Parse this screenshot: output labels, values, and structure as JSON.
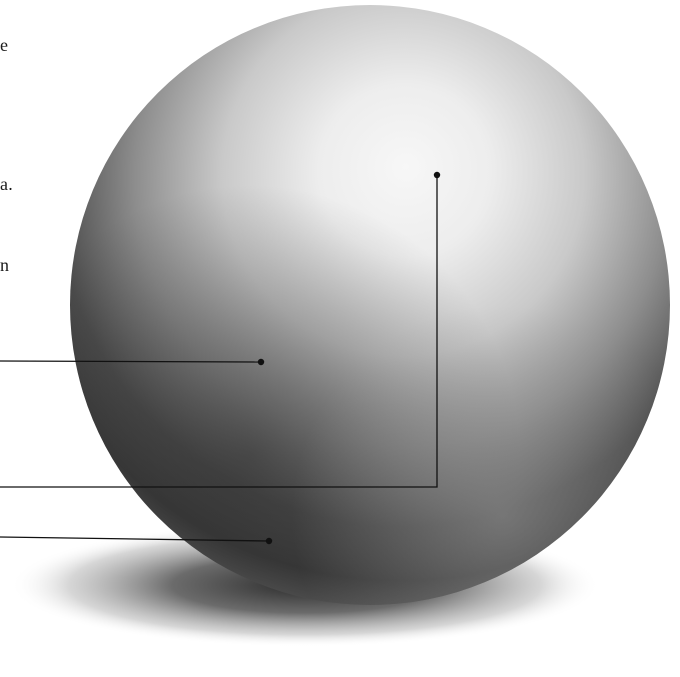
{
  "text_fragments": [
    "e",
    "a.",
    "n"
  ],
  "colors": {
    "background": "#ffffff",
    "leader_line": "#111111",
    "sphere_highlight": "#f4f4f4",
    "sphere_shadow": "#3c3c3c",
    "cast_shadow": "#2a2a2a"
  }
}
